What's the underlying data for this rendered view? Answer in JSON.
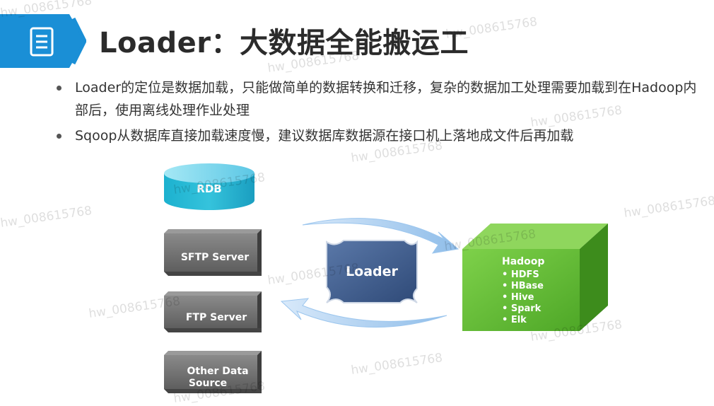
{
  "slide": {
    "title": "Loader：大数据全能搬运工",
    "bullets": [
      "Loader的定位是数据加载，只能做简单的数据转换和迁移，复杂的数据加工处理需要加载到在Hadoop内部后，使用离线处理作业处理",
      "Sqoop从数据库直接加载速度慢，建议数据库数据源在接口机上落地成文件后再加载"
    ]
  },
  "diagram": {
    "sources": [
      "RDB",
      "SFTP Server",
      "FTP Server",
      "Other Data",
      "Source"
    ],
    "center": "Loader",
    "target_title": "Hadoop",
    "target_items": [
      "• HDFS",
      "• HBase",
      "• Hive",
      "• Spark",
      "• Elk"
    ]
  },
  "watermark": "hw_008615768",
  "colors": {
    "banner": "#1a8fd6",
    "cube": "#5fb832",
    "loader": "#3d5a8c",
    "arrows": "#a8cdf0"
  }
}
